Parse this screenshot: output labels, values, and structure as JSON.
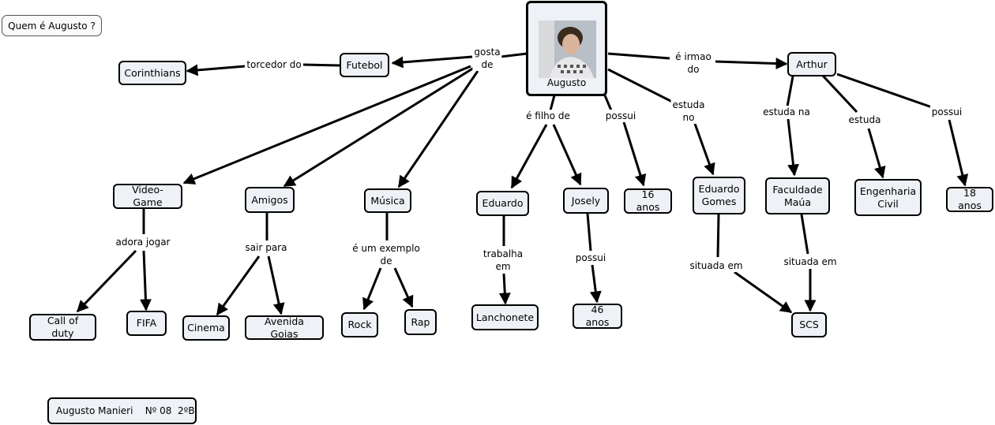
{
  "title_box": "Quem é Augusto ?",
  "footer": "Augusto Manieri    Nº 08  2ºB",
  "central_node": {
    "label": "Augusto"
  },
  "nodes": {
    "corinthians": "Corinthians",
    "futebol": "Futebol",
    "arthur": "Arthur",
    "video_game": "Video-Game",
    "amigos": "Amigos",
    "musica": "Música",
    "eduardo": "Eduardo",
    "josely": "Josely",
    "dezesseis": "16 anos",
    "eduardo_gomes": "Eduardo\nGomes",
    "faculdade": "Faculdade\nMaúa",
    "engenharia": "Engenharia\nCivil",
    "dezoito": "18 anos",
    "call_of_duty": "Call of duty",
    "fifa": "FIFA",
    "cinema": "Cinema",
    "avenida": "Avenida Goias",
    "rock": "Rock",
    "rap": "Rap",
    "lanchonete": "Lanchonete",
    "quarenta_seis": "46 anos",
    "scs": "SCS"
  },
  "links": {
    "gosta_de": "gosta\nde",
    "torcedor_do": "torcedor do",
    "e_irmao_do": "é irmao\ndo",
    "e_filho_de": "é filho de",
    "possui_16": "possui",
    "estuda_no": "estuda\nno",
    "estuda_na": "estuda na",
    "estuda": "estuda",
    "possui_18": "possui",
    "adora_jogar": "adora jogar",
    "sair_para": "sair para",
    "e_um_exemplo_de": "é um exemplo\nde",
    "trabalha_em": "trabalha\nem",
    "possui_46": "possui",
    "situada_em_1": "situada em",
    "situada_em_2": "situada em"
  }
}
